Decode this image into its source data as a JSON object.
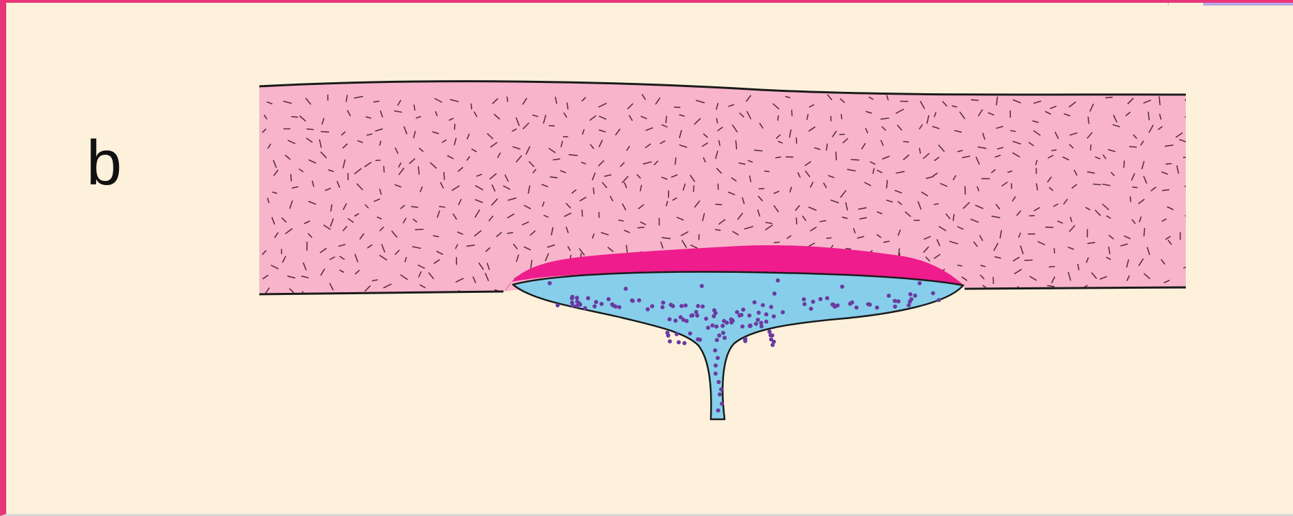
{
  "panel": {
    "label": "b"
  },
  "colors": {
    "background": "#fdf1dc",
    "frame_border": "#e8357a",
    "host_rock": "#f7b4cb",
    "host_dash": "#5a2c3c",
    "altered_cap": "#ee1c8c",
    "intrusion": "#87ceea",
    "crystal_dots": "#6a3ba0",
    "outline": "#1a1a1a"
  },
  "icons": [
    "pink-layer-texture",
    "crystal-dots"
  ]
}
